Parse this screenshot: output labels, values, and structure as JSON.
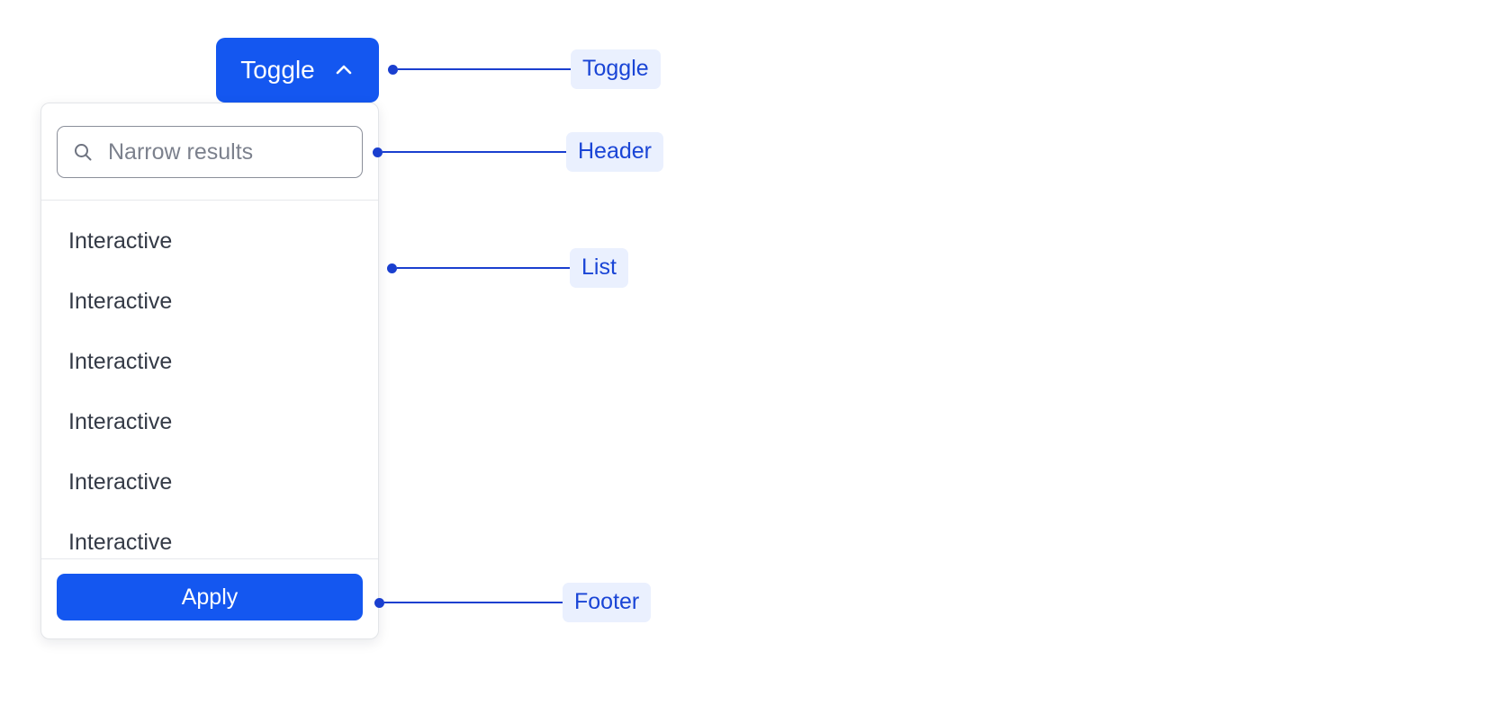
{
  "colors": {
    "accent": "#1457f0",
    "callout_blue": "#1a3fcf",
    "callout_pill_bg": "#eaf0fe",
    "callout_pill_text": "#1a45d6",
    "panel_border": "#e3e5e8",
    "list_text": "#343a46",
    "placeholder_text": "#7c818d",
    "page_background": "#ffffff"
  },
  "toggle": {
    "label": "Toggle",
    "icon": "chevron-up-icon",
    "expanded": true
  },
  "panel": {
    "header": {
      "search": {
        "icon": "search-icon",
        "placeholder": "Narrow results",
        "value": ""
      }
    },
    "list": {
      "items": [
        {
          "label": "Interactive"
        },
        {
          "label": "Interactive"
        },
        {
          "label": "Interactive"
        },
        {
          "label": "Interactive"
        },
        {
          "label": "Interactive"
        },
        {
          "label": "Interactive"
        }
      ]
    },
    "footer": {
      "apply_label": "Apply"
    }
  },
  "callouts": [
    {
      "id": "toggle",
      "label": "Toggle"
    },
    {
      "id": "header",
      "label": "Header"
    },
    {
      "id": "list",
      "label": "List"
    },
    {
      "id": "footer",
      "label": "Footer"
    }
  ]
}
